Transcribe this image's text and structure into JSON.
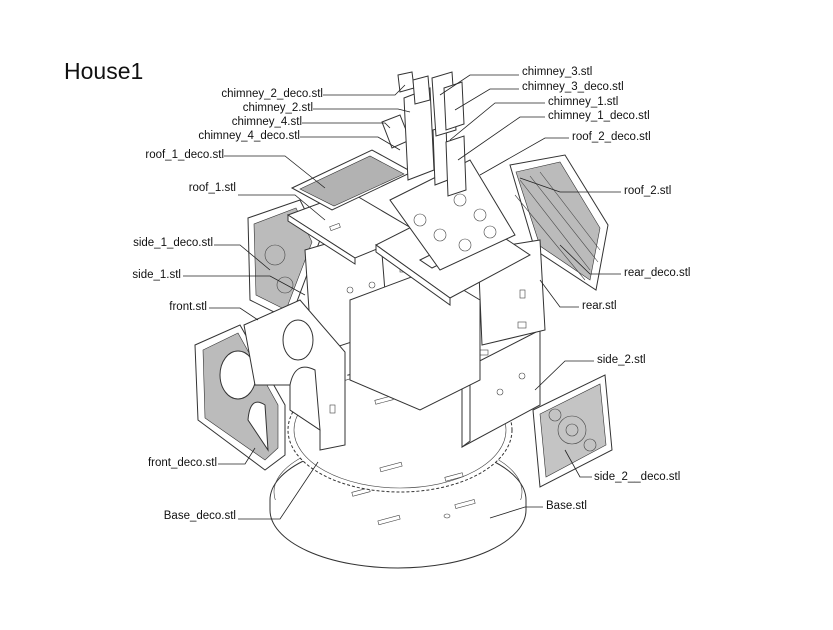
{
  "title": "House1",
  "labels": {
    "chimney_3": "chimney_3.stl",
    "chimney_3_deco": "chimney_3_deco.stl",
    "chimney_1": "chimney_1.stl",
    "chimney_1_deco": "chimney_1_deco.stl",
    "roof_2_deco": "roof_2_deco.stl",
    "roof_2": "roof_2.stl",
    "rear_deco": "rear_deco.stl",
    "rear": "rear.stl",
    "side_2": "side_2.stl",
    "side_2_deco": "side_2__deco.stl",
    "base": "Base.stl",
    "chimney_2_deco": "chimney_2_deco.stl",
    "chimney_2": "chimney_2.stl",
    "chimney_4": "chimney_4.stl",
    "chimney_4_deco": "chimney_4_deco.stl",
    "roof_1_deco": "roof_1_deco.stl",
    "roof_1": "roof_1.stl",
    "side_1_deco": "side_1_deco.stl",
    "side_1": "side_1.stl",
    "front": "front.stl",
    "front_deco": "front_deco.stl",
    "base_deco": "Base_deco.stl"
  },
  "colors": {
    "line": "#222222",
    "fill": "#ffffff",
    "pattern": "#555555"
  }
}
